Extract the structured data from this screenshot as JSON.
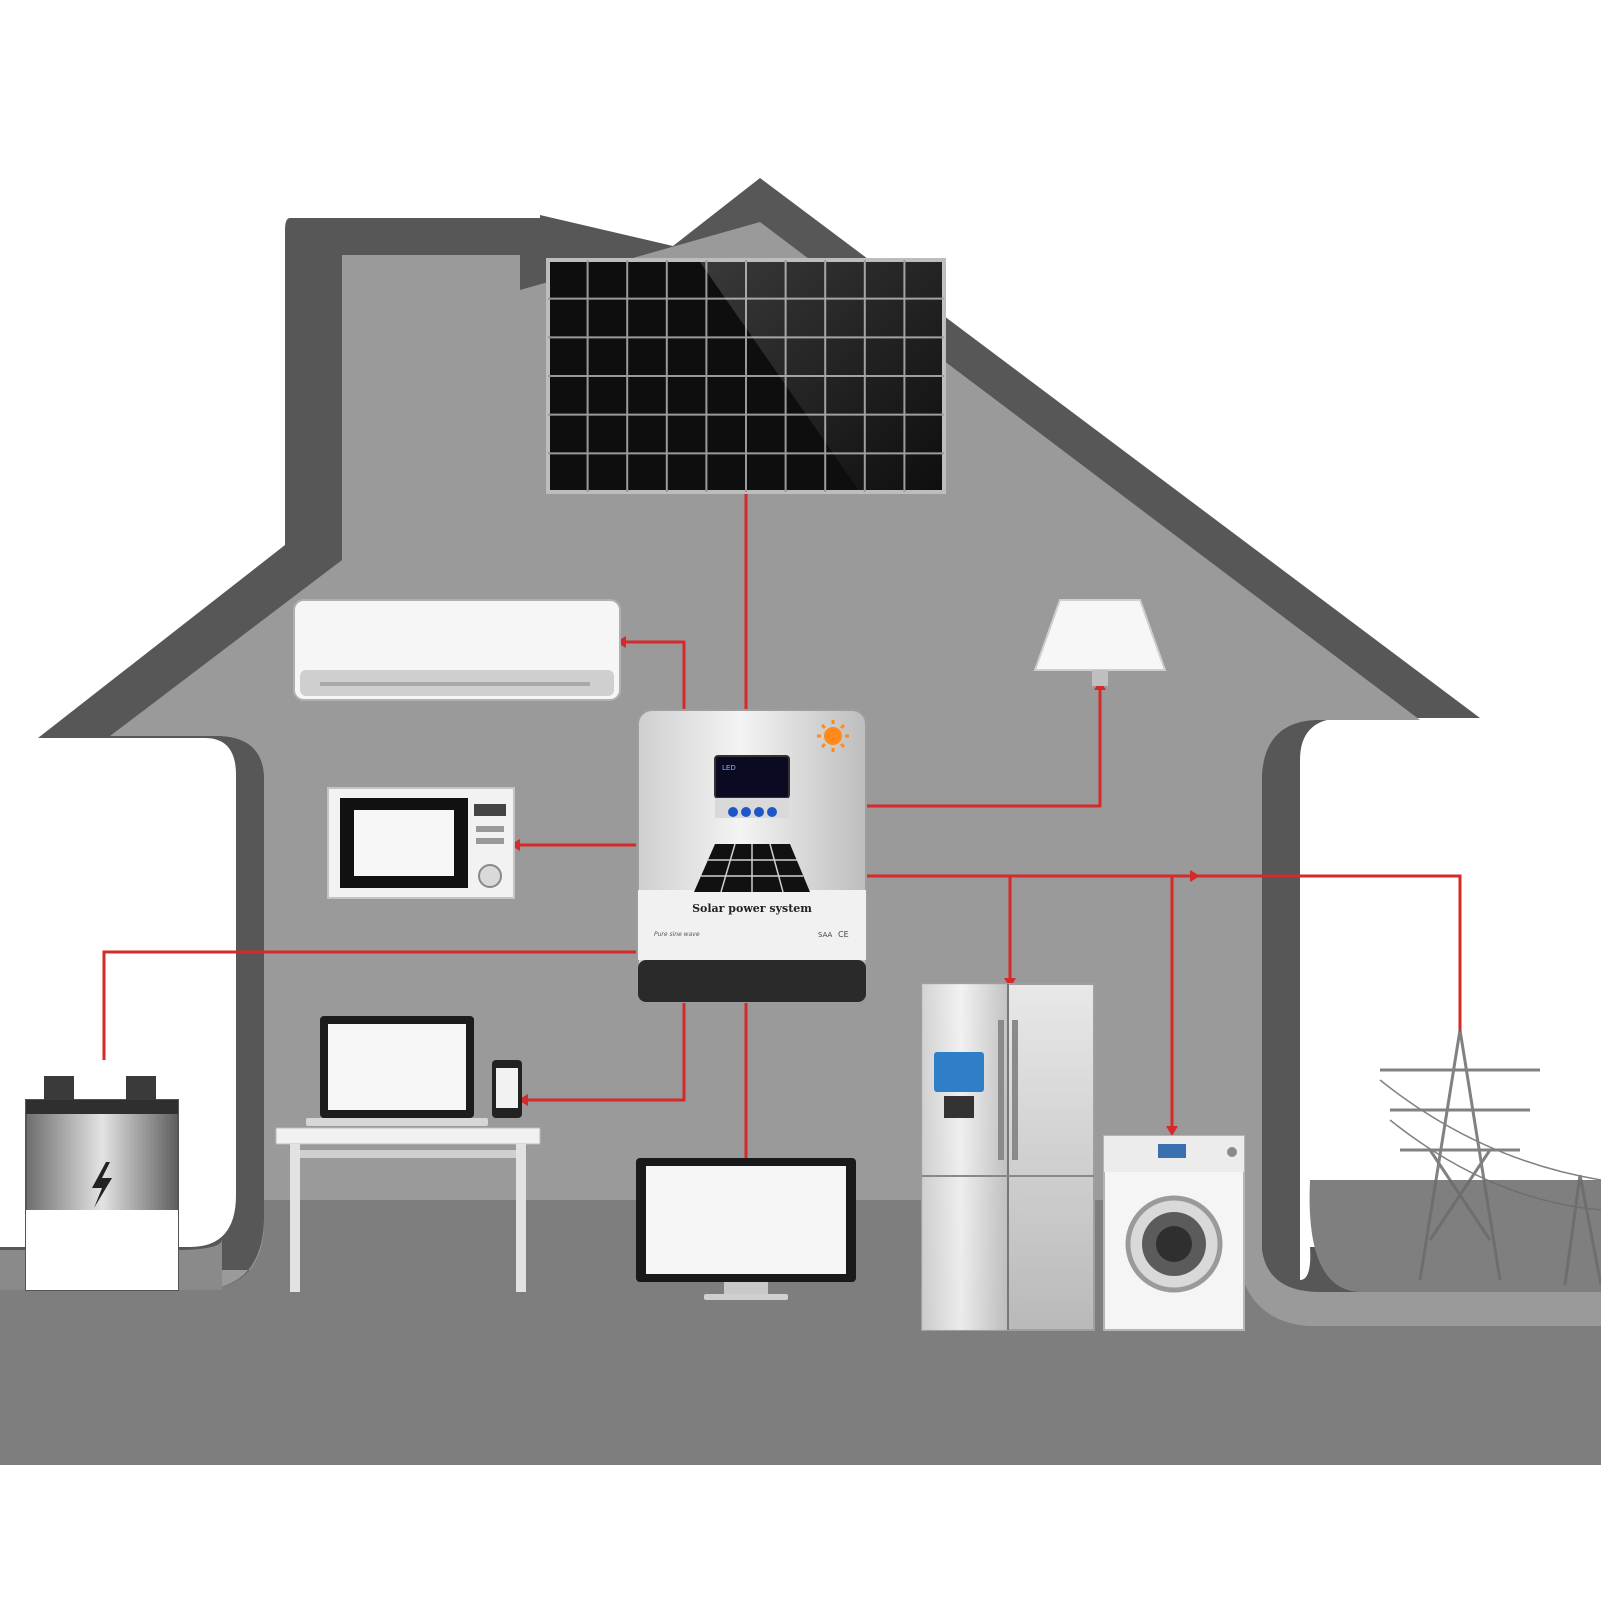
{
  "inverter": {
    "title": "Solar power system",
    "brand": "Pure sine wave",
    "certification": "CE",
    "cert_mark": "SAA",
    "screen_text": "LED"
  },
  "colors": {
    "background": "#ffffff",
    "house_outline": "#575757",
    "house_fill": "#9c9c9c",
    "floor": "#8a8a8a",
    "wire": "#d42a2a",
    "panel_cell": "#111111"
  },
  "icons": [
    "solar-panel-icon",
    "inverter-icon",
    "air-conditioner-icon",
    "microwave-icon",
    "lamp-icon",
    "battery-icon",
    "laptop-icon",
    "phone-icon",
    "monitor-icon",
    "refrigerator-icon",
    "washing-machine-icon",
    "power-pylon-icon",
    "sun-icon"
  ]
}
